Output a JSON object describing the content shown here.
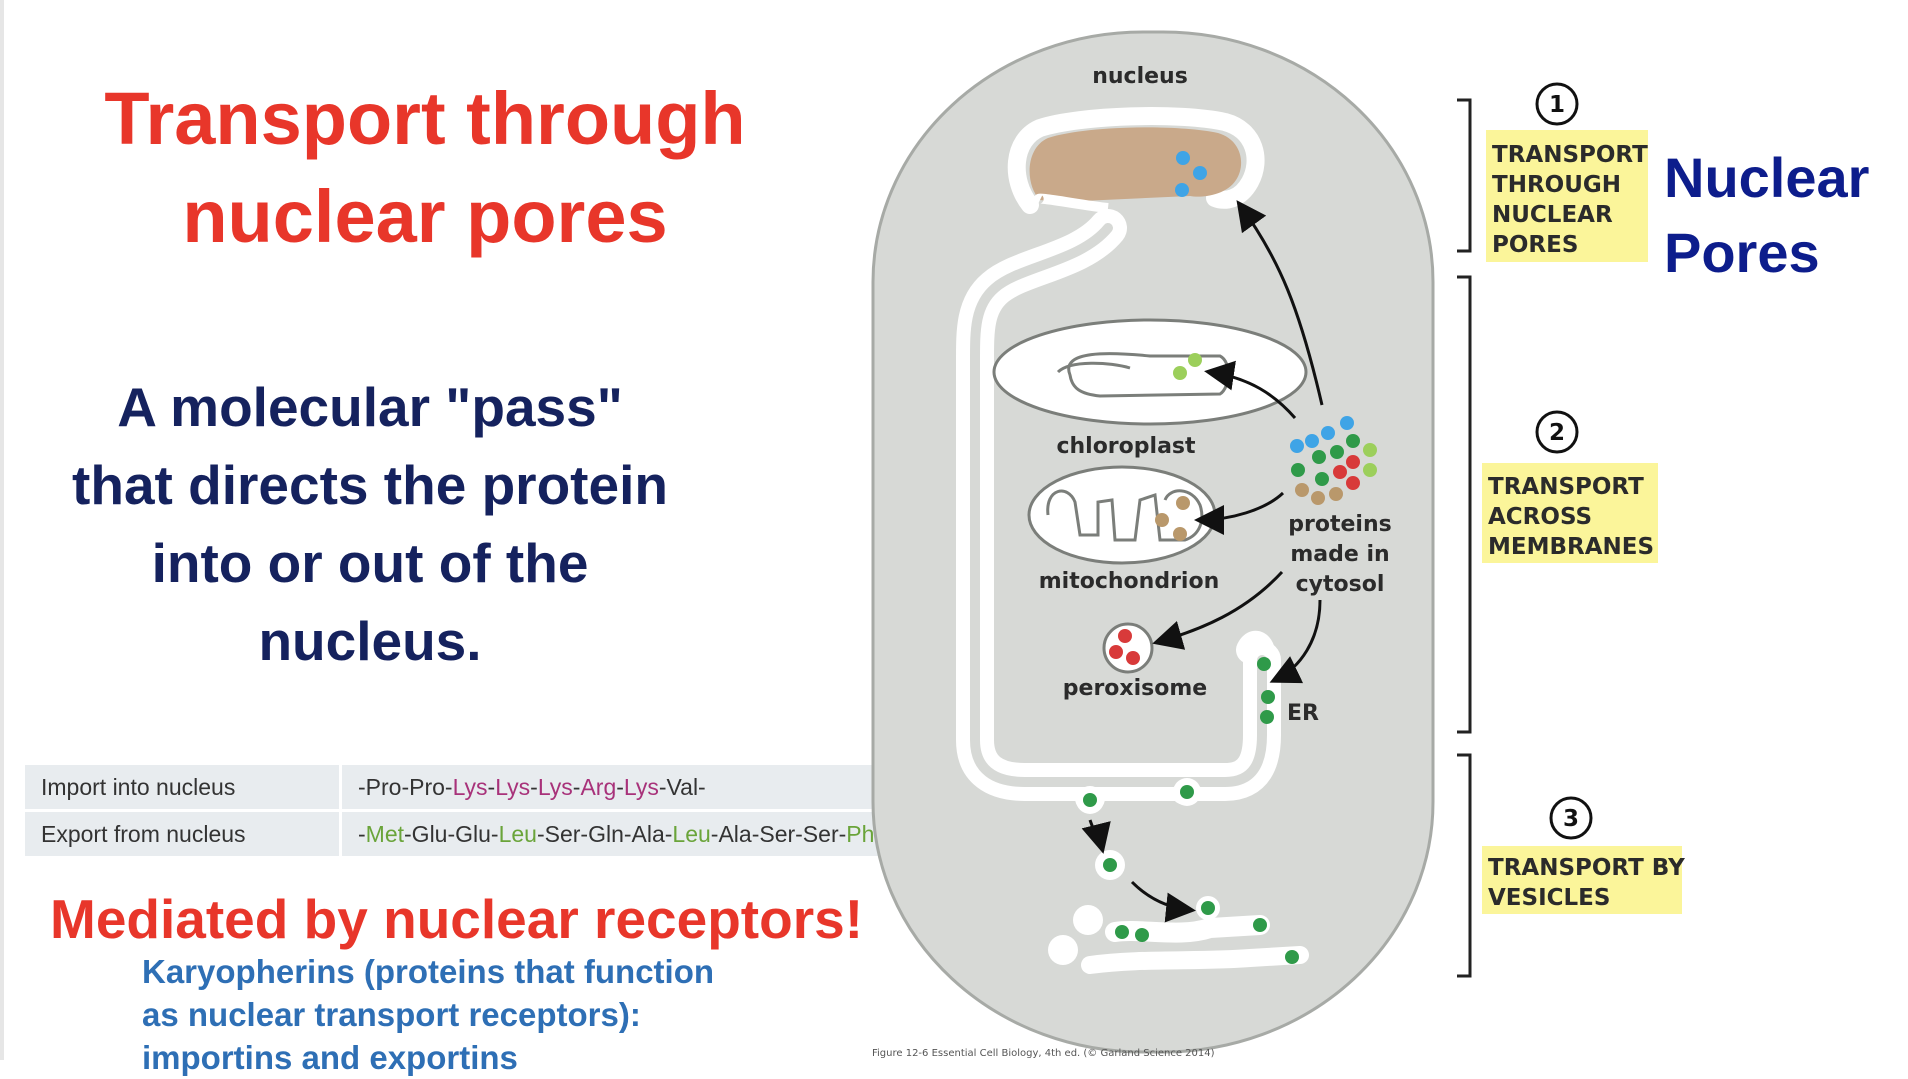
{
  "title_lines": [
    "Transport through",
    "nuclear pores"
  ],
  "subtitle_lines": [
    "A molecular \"pass\"",
    "that directs the protein",
    "into or out of the",
    "nucleus."
  ],
  "signals_table": {
    "rows": [
      {
        "label": "Import into nucleus",
        "sequence": [
          {
            "text": "-Pro-Pro-",
            "tone": "plain"
          },
          {
            "text": "Lys",
            "tone": "basic"
          },
          {
            "text": "-",
            "tone": "plain"
          },
          {
            "text": "Lys",
            "tone": "basic"
          },
          {
            "text": "-",
            "tone": "plain"
          },
          {
            "text": "Lys",
            "tone": "basic"
          },
          {
            "text": "-",
            "tone": "plain"
          },
          {
            "text": "Arg",
            "tone": "basic"
          },
          {
            "text": "-",
            "tone": "plain"
          },
          {
            "text": "Lys",
            "tone": "basic"
          },
          {
            "text": "-Val-",
            "tone": "plain"
          }
        ]
      },
      {
        "label": "Export from nucleus",
        "sequence": [
          {
            "text": "-",
            "tone": "plain"
          },
          {
            "text": "Met",
            "tone": "hydrophobic"
          },
          {
            "text": "-Glu-Glu-",
            "tone": "plain"
          },
          {
            "text": "Leu",
            "tone": "hydrophobic"
          },
          {
            "text": "-Ser-Gln-Ala-",
            "tone": "plain"
          },
          {
            "text": "Leu",
            "tone": "hydrophobic"
          },
          {
            "text": "-Ala-Ser-Ser-",
            "tone": "plain"
          },
          {
            "text": "Phe",
            "tone": "hydrophobic"
          },
          {
            "text": "-",
            "tone": "plain"
          }
        ]
      }
    ]
  },
  "mediated_text": "Mediated by nuclear receptors!",
  "karyopherins_lines": [
    "Karyopherins (proteins that function",
    "as nuclear transport receptors):",
    "importins and exportins"
  ],
  "nuclear_pores_lines": [
    "Nuclear",
    "Pores"
  ],
  "diagram": {
    "labels": {
      "nucleus": "nucleus",
      "chloroplast": "chloroplast",
      "mitochondrion": "mitochondrion",
      "proteins": [
        "proteins",
        "made in",
        "cytosol"
      ],
      "peroxisome": "peroxisome",
      "er": "ER"
    },
    "steps": [
      {
        "number": "1",
        "lines": [
          "TRANSPORT",
          "THROUGH",
          "NUCLEAR",
          "PORES"
        ]
      },
      {
        "number": "2",
        "lines": [
          "TRANSPORT",
          "ACROSS",
          "MEMBRANES"
        ]
      },
      {
        "number": "3",
        "lines": [
          "TRANSPORT BY",
          "VESICLES"
        ]
      }
    ],
    "caption": "Figure 12-6 Essential Cell Biology, 4th ed. (© Garland Science 2014)"
  },
  "colors": {
    "title_red": "#e8362a",
    "navy": "#15225e",
    "pores_blue": "#0d1d8c",
    "karyo_blue": "#2e6fb5",
    "cell_gray": "#d7d9d6",
    "nucleus_tan": "#c9a98a",
    "label_yellow": "#fbf59a",
    "protein_blue": "#3fa4e6",
    "protein_green": "#2f9a49",
    "protein_lightgreen": "#9ccf5b",
    "protein_red": "#d83a3a",
    "protein_tan": "#b9986b",
    "basic_residue": "#a8327a",
    "hydrophobic_residue": "#6aa43a"
  }
}
